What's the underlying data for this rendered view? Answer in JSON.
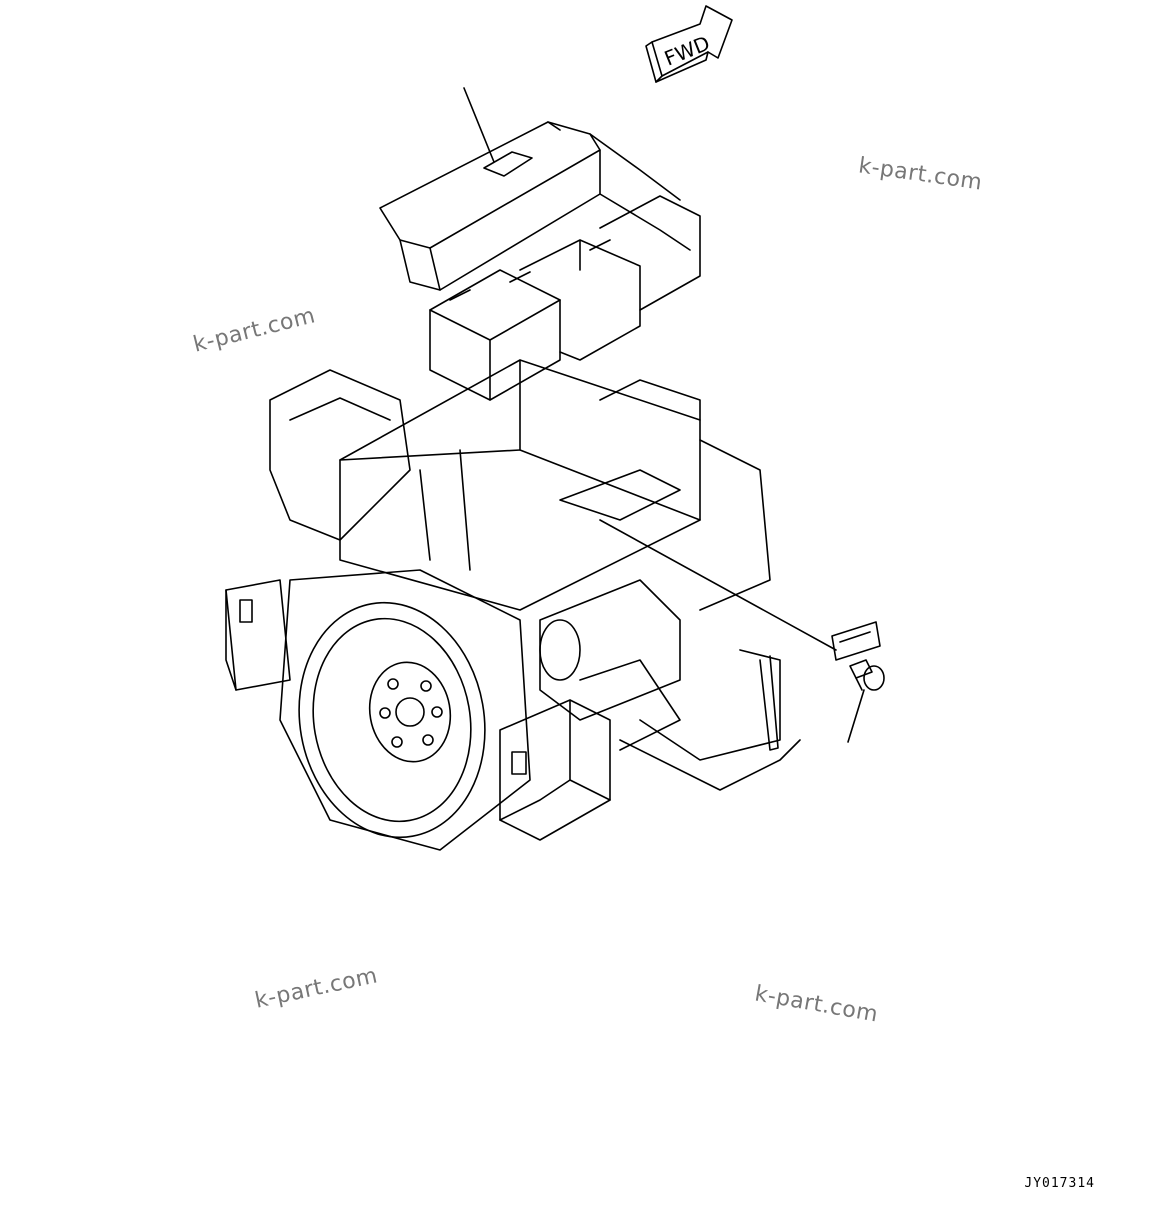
{
  "fwd_label": "FWD",
  "drawing_code": "JY017314",
  "watermarks": [
    "k-part.com",
    "k-part.com",
    "k-part.com",
    "k-part.com"
  ],
  "colors": {
    "line": "#000000",
    "background": "#ffffff",
    "watermark": "#777777"
  }
}
